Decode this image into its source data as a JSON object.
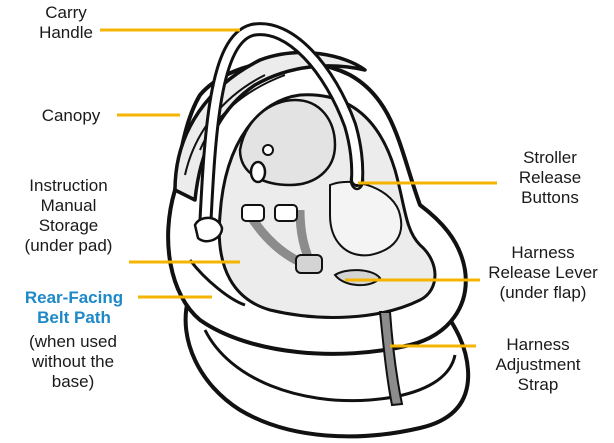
{
  "colors": {
    "leader": "#F5B400",
    "accent_label": "#1E88C8",
    "outline": "#111111",
    "fabric": "#ECECEC",
    "fabric_dark": "#D4D4D4",
    "strap": "#8C8C8C",
    "text": "#1a1a1a"
  },
  "labels": {
    "carry_handle": [
      "Carry",
      "Handle"
    ],
    "canopy": [
      "Canopy"
    ],
    "instruction_manual": [
      "Instruction",
      "Manual",
      "Storage",
      "(under pad)"
    ],
    "rear_facing_title": [
      "Rear-Facing",
      "Belt Path"
    ],
    "rear_facing_note": [
      "(when used",
      "without the",
      "base)"
    ],
    "stroller_release": [
      "Stroller",
      "Release",
      "Buttons"
    ],
    "harness_release": [
      "Harness",
      "Release Lever",
      "(under flap)"
    ],
    "harness_adjustment": [
      "Harness",
      "Adjustment",
      "Strap"
    ]
  }
}
